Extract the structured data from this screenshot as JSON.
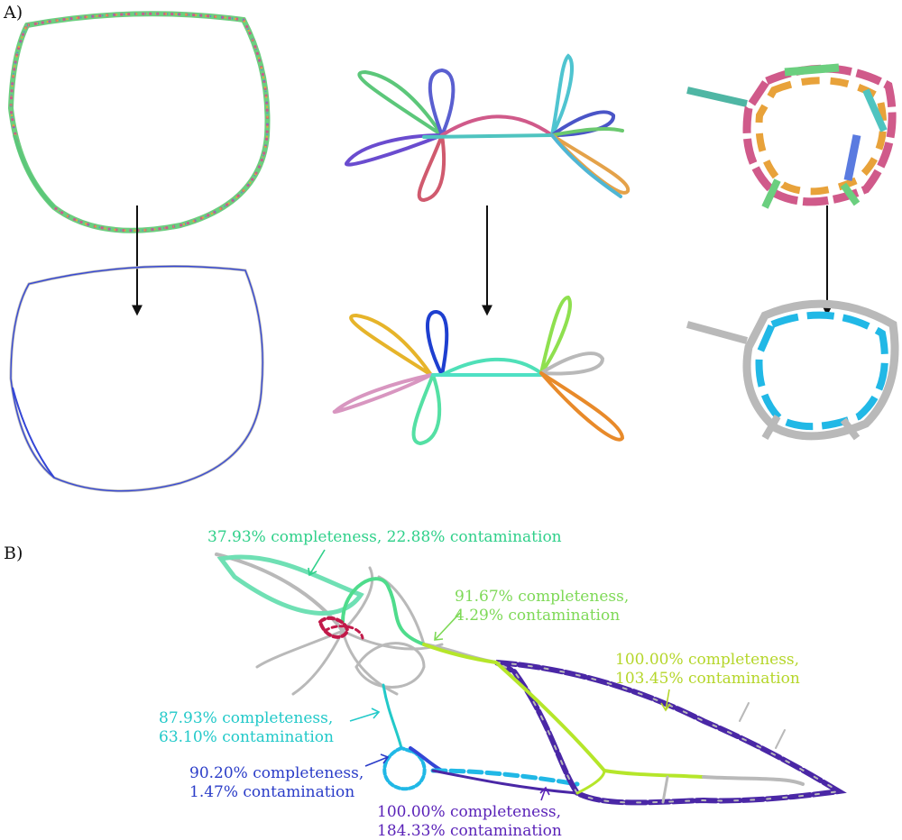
{
  "panel_a": {
    "label": "A)"
  },
  "panel_b": {
    "label": "B)",
    "annotations": [
      {
        "lines": [
          "37.93% completeness, 22.88% contamination"
        ],
        "color": "#2fd08a"
      },
      {
        "lines": [
          "91.67% completeness,",
          "4.29% contamination"
        ],
        "color": "#7ed957"
      },
      {
        "lines": [
          "100.00% completeness,",
          "103.45% contamination"
        ],
        "color": "#b5d62a"
      },
      {
        "lines": [
          "87.93% completeness,",
          "63.10% contamination"
        ],
        "color": "#22c9c9"
      },
      {
        "lines": [
          "90.20% completeness,",
          "1.47% contamination"
        ],
        "color": "#2a3cc8"
      },
      {
        "lines": [
          "100.00% completeness,",
          "184.33% contamination"
        ],
        "color": "#5a22b8"
      }
    ]
  },
  "colors": {
    "gray_edge": "#b9b9b9",
    "binned_blue": "#3446d6",
    "binned_cyan": "#21b8e6",
    "purple_bin": "#4a27a6",
    "lime_bin": "#b5e62a"
  }
}
